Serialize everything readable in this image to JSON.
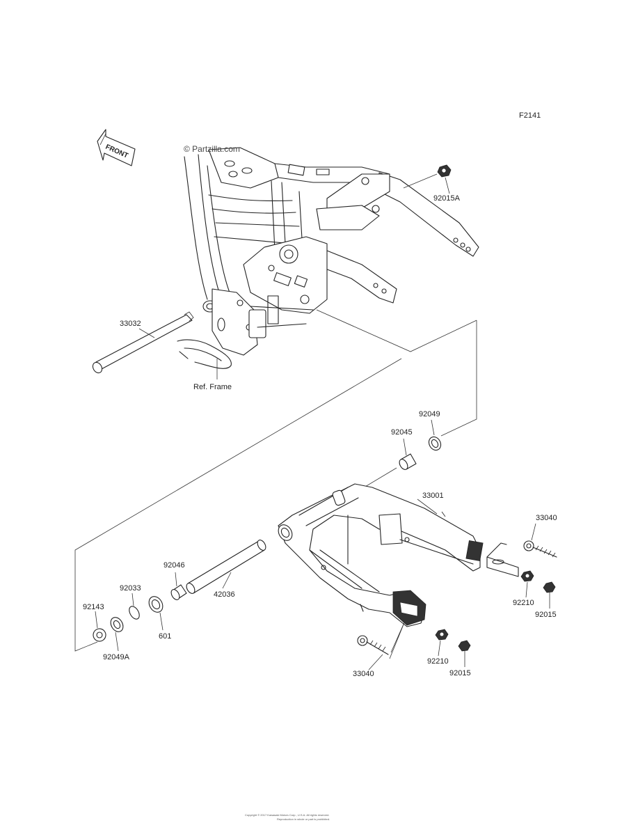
{
  "diagram_code": "F2141",
  "watermark": "© Partzilla.com",
  "front_label": "FRONT",
  "ref_frame_label": "Ref. Frame",
  "parts": {
    "p92015A": "92015A",
    "p33032": "33032",
    "p92049": "92049",
    "p92045": "92045",
    "p33001": "33001",
    "p33040_right": "33040",
    "p92046": "92046",
    "p42036": "42036",
    "p92033": "92033",
    "p92143": "92143",
    "p601": "601",
    "p92049A": "92049A",
    "p92210_right": "92210",
    "p92015_right": "92015",
    "p33040_bottom": "33040",
    "p92210_bottom": "92210",
    "p92015_bottom": "92015"
  },
  "footer_line1": "Copyright © 2017 Kawasaki Motors Corp., U.S.A. All rights reserved.",
  "footer_line2": "Reproduction in whole or part is prohibited."
}
